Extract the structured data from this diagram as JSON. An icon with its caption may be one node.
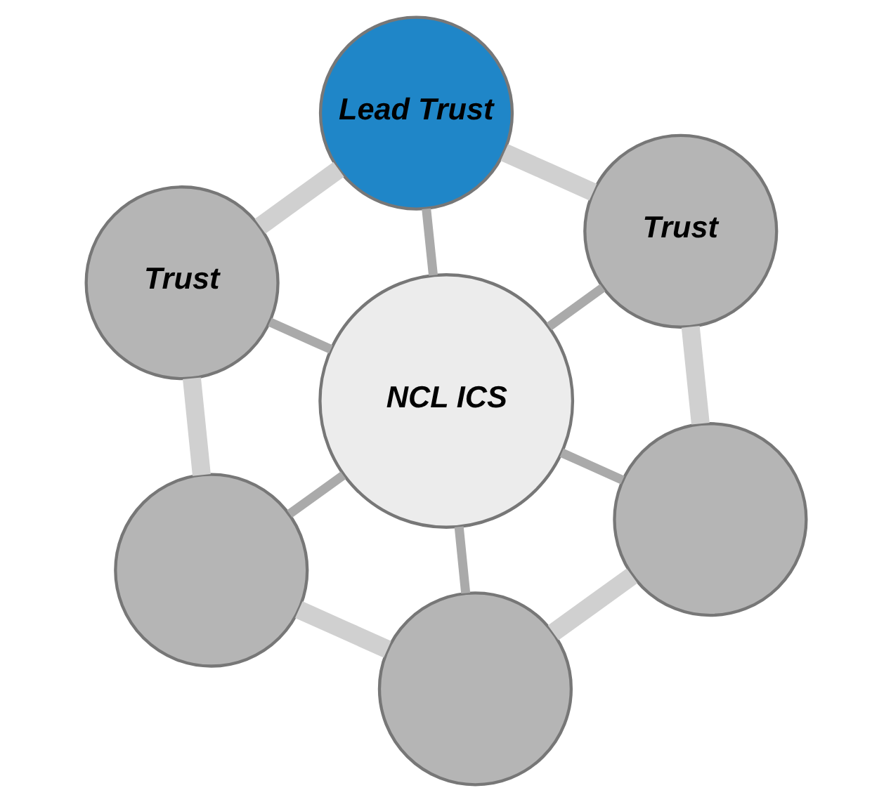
{
  "diagram": {
    "nodes": [
      {
        "text": [
          "Lead Trust"
        ]
      },
      {
        "text": [
          "Trust"
        ]
      },
      {
        "text": [
          "Trust"
        ]
      },
      {
        "text": [
          "NCL ICS"
        ]
      },
      {
        "text": [],
        "shape": "circle"
      },
      {
        "text": [],
        "shape": "circle"
      },
      {
        "text": [],
        "shape": "circle"
      }
    ],
    "edges": [
      {
        "from": 3,
        "to": 0,
        "arrow": "none"
      },
      {
        "from": 3,
        "to": 1,
        "arrow": "none"
      },
      {
        "from": 3,
        "to": 2,
        "arrow": "none"
      },
      {
        "from": 3,
        "to": 4,
        "arrow": "none"
      },
      {
        "from": 3,
        "to": 5,
        "arrow": "none"
      },
      {
        "from": 3,
        "to": 6,
        "arrow": "none"
      },
      {
        "from": 0,
        "to": 1,
        "arrow": "none",
        "style": "thick"
      },
      {
        "from": 1,
        "to": 4,
        "arrow": "none",
        "style": "thick"
      },
      {
        "from": 4,
        "to": 6,
        "arrow": "none",
        "style": "thick"
      },
      {
        "from": 6,
        "to": 5,
        "arrow": "none",
        "style": "thick"
      },
      {
        "from": 5,
        "to": 2,
        "arrow": "none",
        "style": "thick"
      },
      {
        "from": 2,
        "to": 0,
        "arrow": "none",
        "style": "thick"
      }
    ]
  }
}
